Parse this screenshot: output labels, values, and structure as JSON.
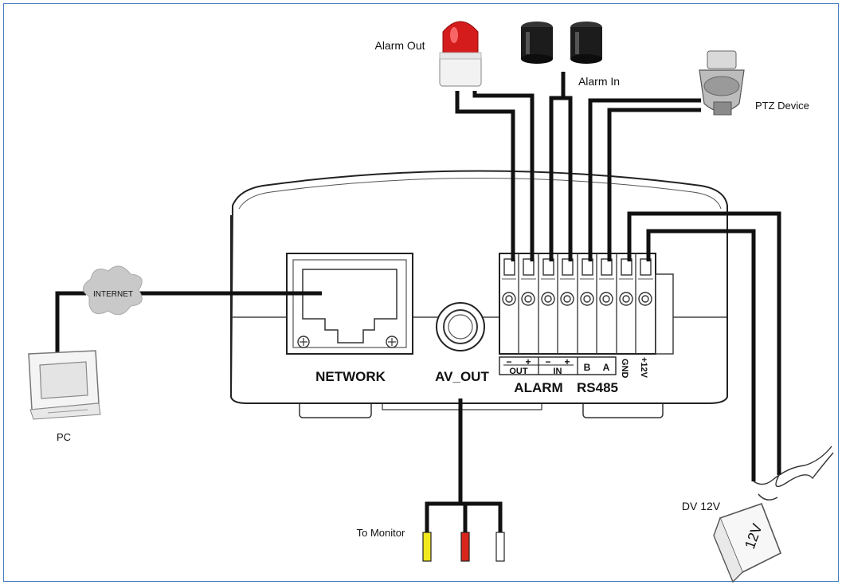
{
  "device": {
    "network_label": "NETWORK",
    "av_out_label": "AV_OUT",
    "alarm_label": "ALARM",
    "rs485_label": "RS485",
    "terminals": {
      "out_sub": "OUT",
      "in_sub": "IN",
      "minus": "−",
      "plus": "+",
      "b": "B",
      "a": "A",
      "gnd": "GND",
      "v12": "+12V"
    }
  },
  "peripherals": {
    "alarm_out": "Alarm Out",
    "alarm_in": "Alarm In",
    "ptz": "PTZ Device",
    "internet": "INTERNET",
    "pc": "PC",
    "monitor": "To Monitor",
    "power": "DV 12V",
    "adapter_text": "12V"
  },
  "colors": {
    "frame": "#4a7fc1",
    "wire": "#111111",
    "siren_red": "#d41c1c",
    "rca_yellow": "#f2e81e",
    "rca_red": "#d8261c",
    "rca_white": "#ffffff"
  }
}
